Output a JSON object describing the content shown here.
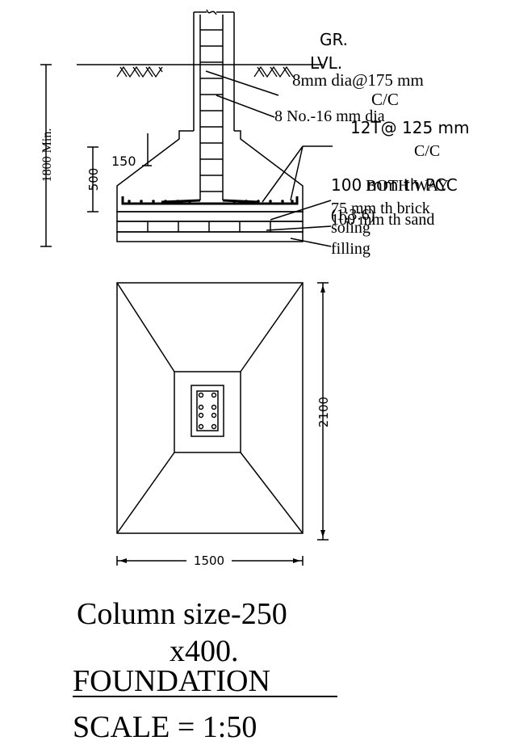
{
  "section": {
    "ground_label_line1": "GR.",
    "ground_label_line2": "LVL.",
    "stirrup_label_line1": "8mm dia@175  mm",
    "stirrup_label_line2": "C/C",
    "main_bar_label": "8 No.-16 mm dia",
    "mesh_label_line1": "12T@ 125  mm",
    "mesh_label_line2": "C/C",
    "mesh_label_line3": "BOTH WAY",
    "pcc_label_line1": "100 mm th PCC",
    "pcc_label_line2": "(1:3:6)",
    "brick_label_line1": "75  mm th brick",
    "brick_label_line2": "soling",
    "sand_label_line1": "100 mm th sand",
    "sand_label_line2": "filling"
  },
  "dimensions": {
    "depth_total": "1800 Min.",
    "depth_footing": "500",
    "edge_thickness": "150",
    "plan_length": "2100",
    "plan_width": "1500"
  },
  "notes": {
    "column_size_line1": "Column size-250",
    "column_size_line2": "x400."
  },
  "title": {
    "main": "FOUNDATION",
    "scale": "SCALE  =  1:50"
  }
}
